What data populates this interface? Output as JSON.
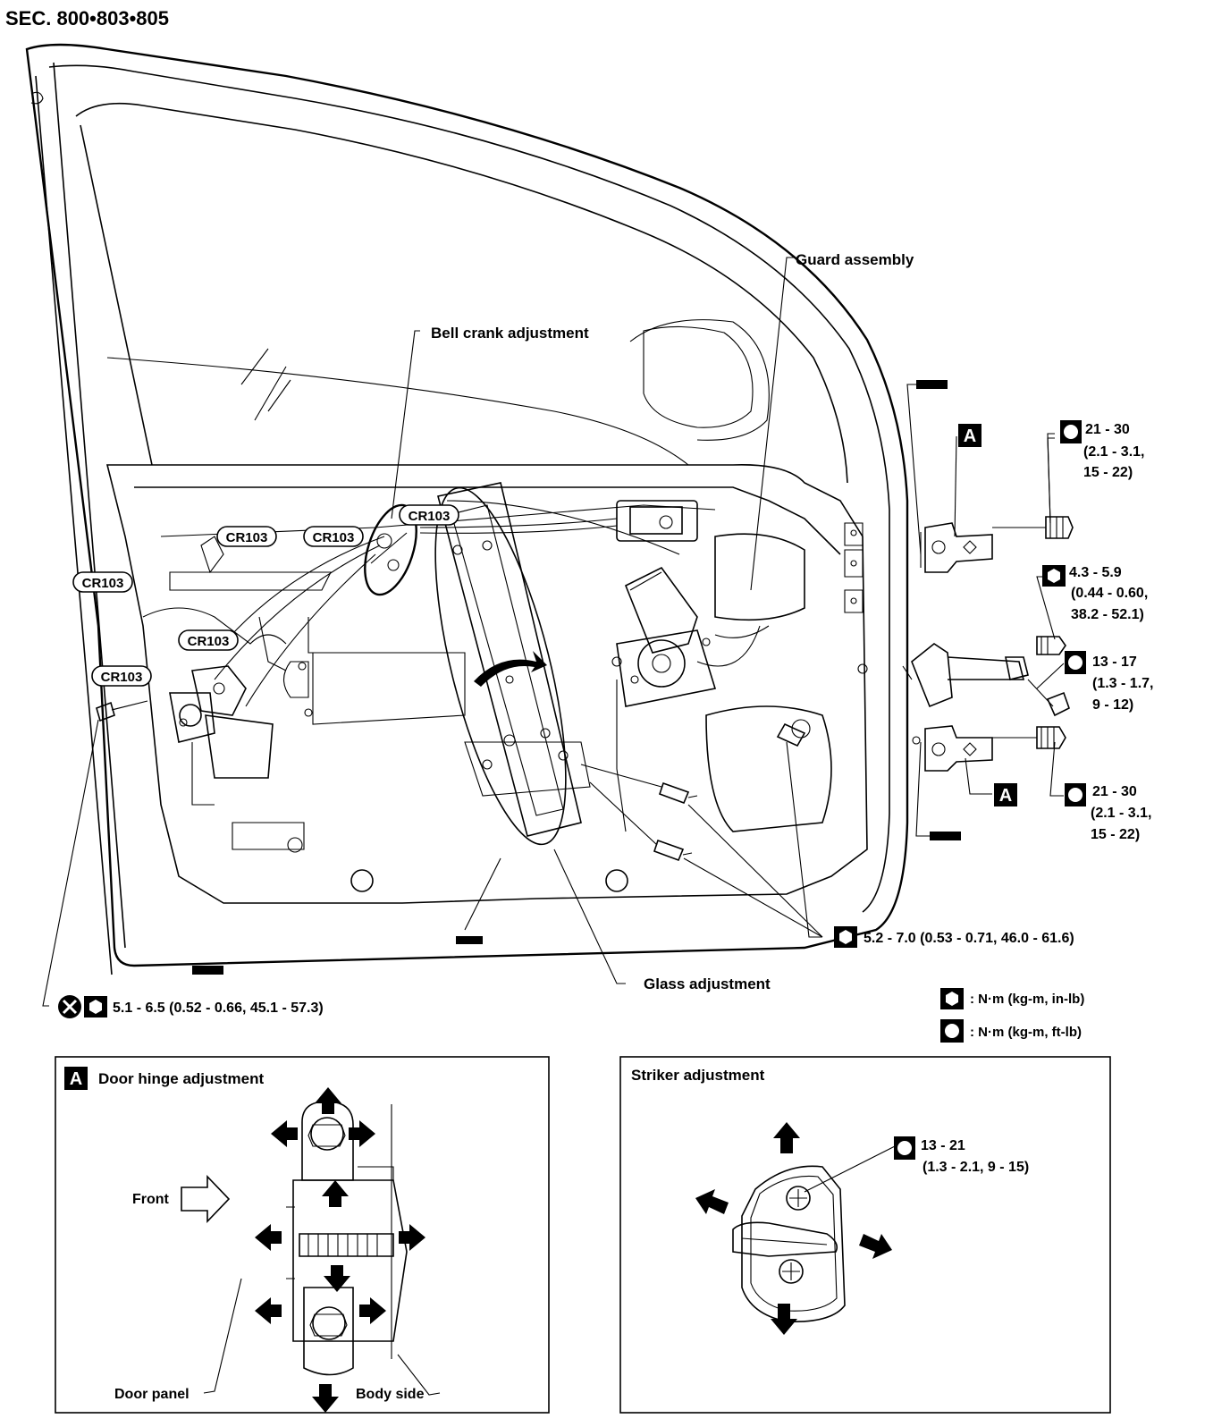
{
  "header": {
    "section": "SEC. 800•803•805"
  },
  "callouts": {
    "guard_assembly": "Guard  assembly",
    "bell_crank": "Bell crank adjustment",
    "glass_adjustment": "Glass adjustment",
    "connector": "CR103"
  },
  "torques": {
    "hinge_top_line1": "21 - 30",
    "hinge_top_line2": "(2.1 - 3.1,",
    "hinge_top_line3": "15 - 22)",
    "check_line1": "4.3 - 5.9",
    "check_line2": "(0.44 - 0.60,",
    "check_line3": "38.2 - 52.1)",
    "check_bolt_line1": "13 - 17",
    "check_bolt_line2": "(1.3 - 1.7,",
    "check_bolt_line3": "9 - 12)",
    "hinge_bottom_line1": "21 - 30",
    "hinge_bottom_line2": "(2.1 - 3.1,",
    "hinge_bottom_line3": "15 - 22)",
    "regulator": "5.2 - 7.0 (0.53 - 0.71, 46.0 - 61.6)",
    "lock": "5.1 - 6.5 (0.52 - 0.66, 45.1 - 57.3)"
  },
  "legend": {
    "in_lb": ": N·m (kg-m, in-lb)",
    "ft_lb": ": N·m (kg-m, ft-lb)"
  },
  "hinge_box": {
    "badge": "A",
    "title": "Door hinge adjustment",
    "front": "Front",
    "door_panel": "Door panel",
    "body_side": "Body side"
  },
  "striker_box": {
    "title": "Striker adjustment",
    "torque_line1": "13 - 21",
    "torque_line2": "(1.3 - 2.1, 9 - 15)"
  },
  "badge_label": "A"
}
